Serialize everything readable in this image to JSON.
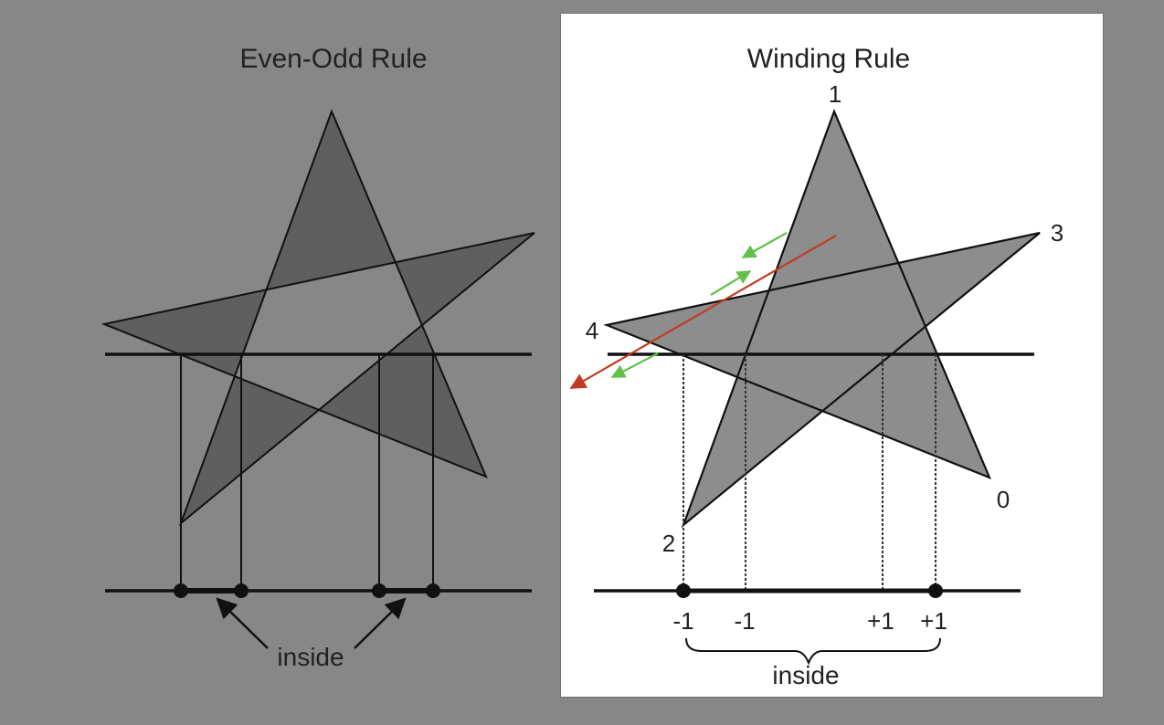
{
  "left_panel": {
    "title": "Even-Odd Rule",
    "inside_label": "inside",
    "star_fill": "#5f5f5f",
    "background": "#878787"
  },
  "right_panel": {
    "title": "Winding Rule",
    "inside_label": "inside",
    "vertex_labels": [
      "0",
      "1",
      "2",
      "3",
      "4"
    ],
    "crossing_counts": [
      "-1",
      "-1",
      "+1",
      "+1"
    ],
    "star_fill": "#8d8d8d",
    "background": "#ffffff",
    "arrow_colors": {
      "ray": "#c23a22",
      "direction": "#62c04a"
    }
  }
}
